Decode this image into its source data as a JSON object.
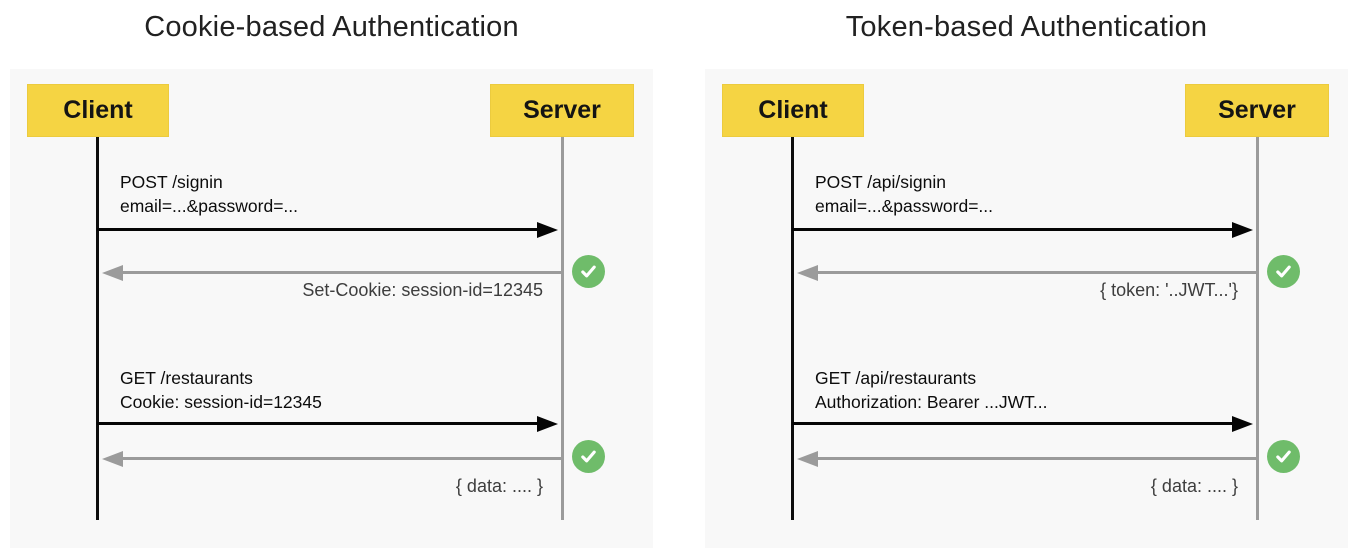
{
  "colors": {
    "actor_fill": "#f5d443",
    "actor_border": "#eccb3e",
    "panel_background": "#f8f8f8",
    "request_line": "#050505",
    "response_line": "#9b9b9b",
    "success_green": "#6fbc6a",
    "title_text": "#212121",
    "response_text": "#3d3d3d"
  },
  "icons": {
    "success": "check-icon"
  },
  "diagrams": [
    {
      "title": "Cookie-based Authentication",
      "client_label": "Client",
      "server_label": "Server",
      "messages": {
        "request1_line1": "POST /signin",
        "request1_line2": "email=...&password=...",
        "response1": "Set-Cookie: session-id=12345",
        "request2_line1": "GET /restaurants",
        "request2_line2": "Cookie: session-id=12345",
        "response2": "{ data: .... }"
      }
    },
    {
      "title": "Token-based Authentication",
      "client_label": "Client",
      "server_label": "Server",
      "messages": {
        "request1_line1": "POST /api/signin",
        "request1_line2": "email=...&password=...",
        "response1": "{ token: '..JWT...'}",
        "request2_line1": "GET /api/restaurants",
        "request2_line2": "Authorization: Bearer ...JWT...",
        "response2": "{ data: .... }"
      }
    }
  ]
}
